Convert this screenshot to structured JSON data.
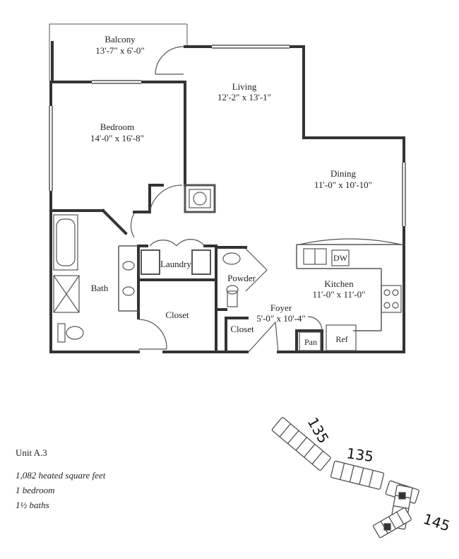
{
  "rooms": {
    "balcony": {
      "name": "Balcony",
      "dims": "13'-7\" x 6'-0\""
    },
    "living": {
      "name": "Living",
      "dims": "12'-2\" x 13'-1\""
    },
    "bedroom": {
      "name": "Bedroom",
      "dims": "14'-0\" x 16'-8\""
    },
    "dining": {
      "name": "Dining",
      "dims": "11'-0\" x 10'-10\""
    },
    "laundry": {
      "name": "Laundry"
    },
    "bath": {
      "name": "Bath"
    },
    "powder": {
      "name": "Powder"
    },
    "kitchen": {
      "name": "Kitchen",
      "dims": "11'-0\" x 11'-0\""
    },
    "dw": {
      "name": "DW"
    },
    "closet_main": {
      "name": "Closet"
    },
    "foyer": {
      "name": "Foyer",
      "dims": "5'-0\" x 10'-4\""
    },
    "closet_foyer": {
      "name": "Closet"
    },
    "pan": {
      "name": "Pan"
    },
    "ref": {
      "name": "Ref"
    }
  },
  "unit": {
    "name": "Unit A.3",
    "area": "1,082 heated square feet",
    "bedrooms": "1 bedroom",
    "baths": "1½ baths"
  },
  "site_labels": [
    "135",
    "135",
    "145"
  ]
}
